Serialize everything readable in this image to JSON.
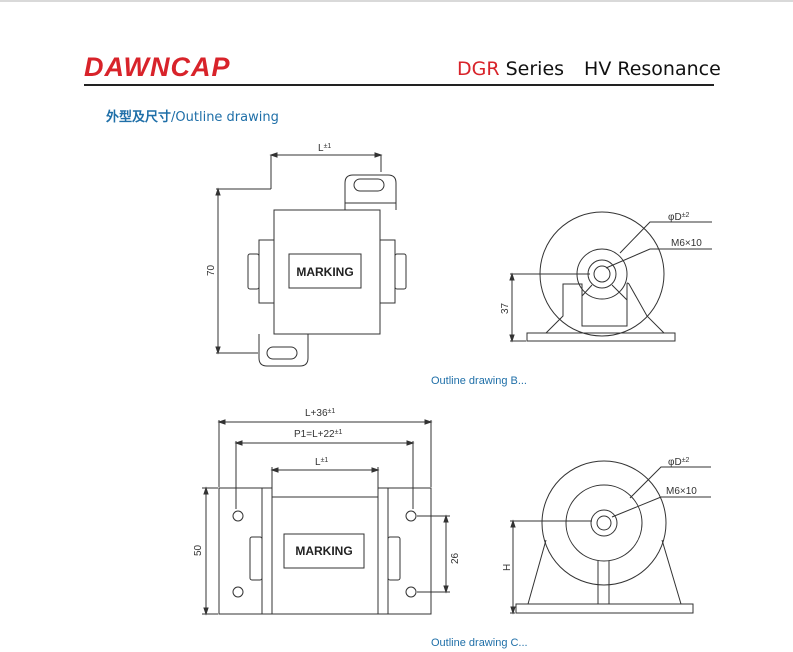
{
  "header": {
    "brand": "DAWNCAP",
    "series_code": "DGR",
    "series_word": "Series",
    "product": "HV Resonance"
  },
  "section_title": {
    "cn": "外型及尺寸",
    "en": "/Outline drawing"
  },
  "drawing_b": {
    "caption": "Outline drawing  B...",
    "marking": "MARKING",
    "dim_length": "L",
    "dim_length_tol": "±1",
    "dim_height": "70",
    "dim_diameter": "φD",
    "dim_diameter_tol": "±2",
    "dim_thread": "M6×10",
    "dim_axis_height": "37"
  },
  "drawing_c": {
    "caption": "Outline drawing  C...",
    "marking": "MARKING",
    "dim_overall": "L+36",
    "dim_overall_tol": "±1",
    "dim_pitch": "P1=L+22",
    "dim_pitch_tol": "±1",
    "dim_length": "L",
    "dim_length_tol": "±1",
    "dim_height": "50",
    "dim_hole_spacing": "26",
    "dim_diameter": "φD",
    "dim_diameter_tol": "±2",
    "dim_thread": "M6×10",
    "dim_axis_height": "H"
  }
}
